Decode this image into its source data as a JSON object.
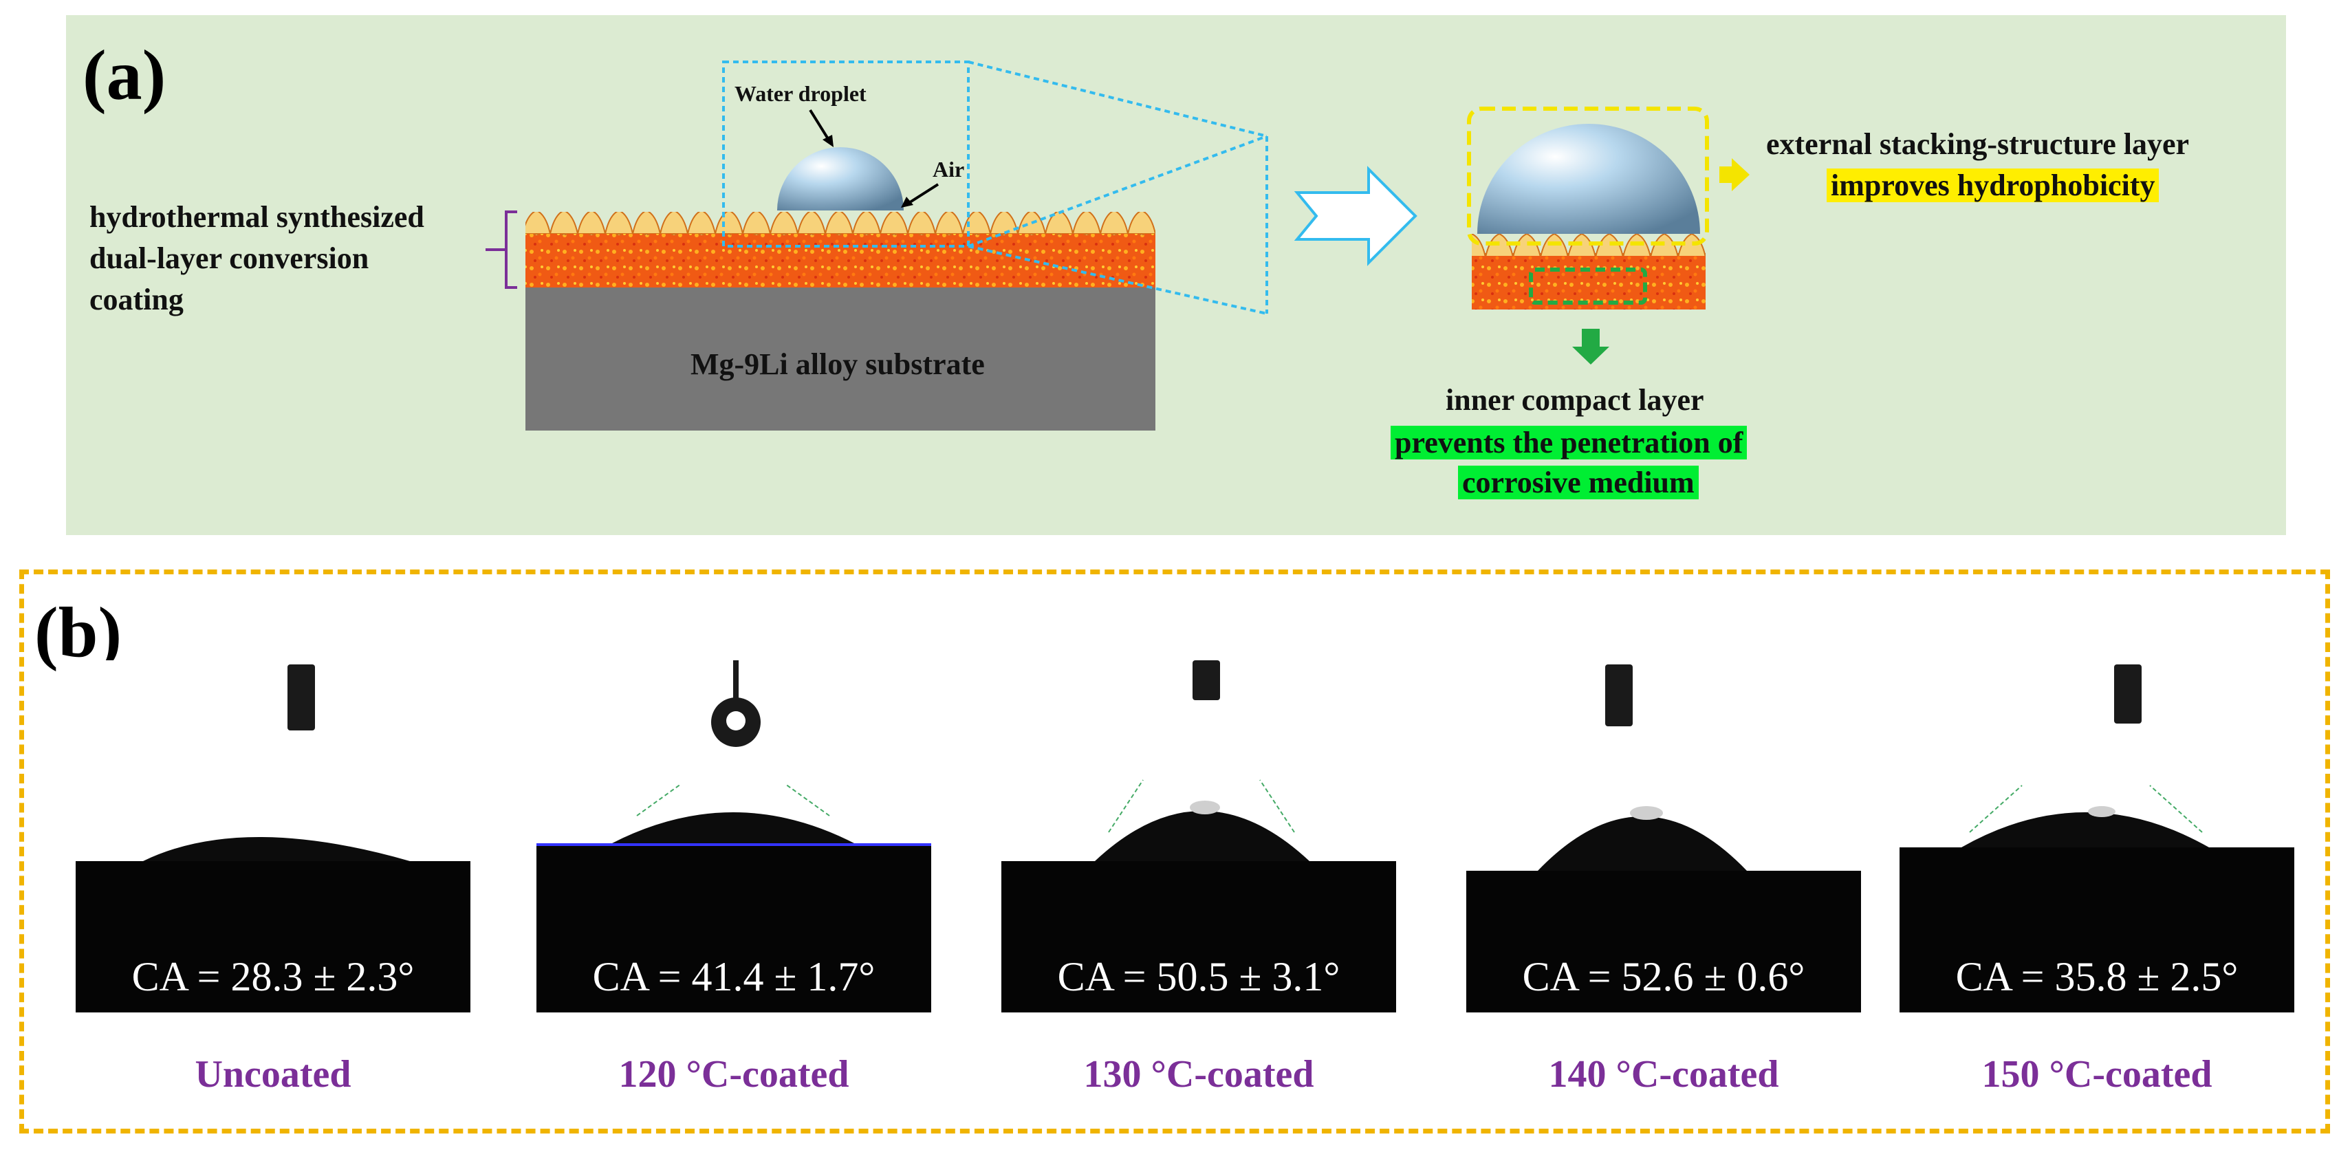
{
  "panel_a": {
    "label": "(a)",
    "coating_label_lines": [
      "hydrothermal synthesized",
      "dual-layer conversion",
      "coating"
    ],
    "droplet_label": "Water droplet",
    "air_label": "Air",
    "substrate_label": "Mg-9Li alloy substrate",
    "outer_layer": {
      "title": "external stacking-structure layer",
      "highlight": "improves hydrophobicity",
      "highlight_color": "#ffee00"
    },
    "inner_layer": {
      "title": "inner compact layer",
      "highlight_lines": [
        "prevents the penetration of",
        "corrosive medium"
      ],
      "highlight_color": "#00ee33"
    },
    "colors": {
      "background": "#dcebd2",
      "substrate": "#777777",
      "coating": "#f05a14",
      "zoom_box": "#33bbee",
      "outer_box": "#f4e400",
      "inner_box": "#22aa44"
    }
  },
  "panel_b": {
    "label": "(b)",
    "border_color": "#f0b400",
    "samples": [
      {
        "ca": "CA = 28.3 ± 2.3°",
        "name": "Uncoated"
      },
      {
        "ca": "CA = 41.4 ± 1.7°",
        "name": "120 °C-coated"
      },
      {
        "ca": "CA = 50.5 ± 3.1°",
        "name": "130 °C-coated"
      },
      {
        "ca": "CA = 52.6 ± 0.6°",
        "name": "140 °C-coated"
      },
      {
        "ca": "CA = 35.8 ± 2.5°",
        "name": "150 °C-coated"
      }
    ],
    "name_color": "#7b2f98"
  }
}
